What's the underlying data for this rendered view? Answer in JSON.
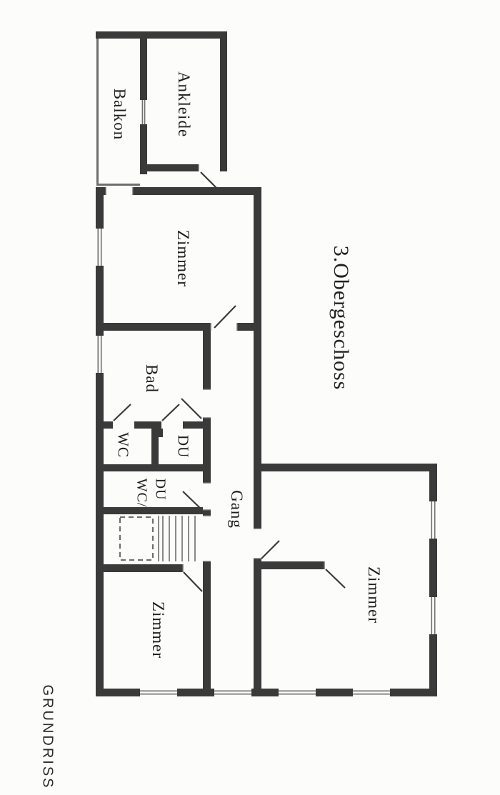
{
  "title": {
    "grundriss": "GRUNDRISS",
    "floor": "3.Obergeschoss"
  },
  "rooms": {
    "balkon": "Balkon",
    "ankleide": "Ankleide",
    "zimmer_top": "Zimmer",
    "bad": "Bad",
    "wc": "WC",
    "du": "DU",
    "wc_du_line1": "WC/",
    "wc_du_line2": "DU",
    "gang": "Gang",
    "zimmer_left": "Zimmer",
    "zimmer_right": "Zimmer"
  },
  "colors": {
    "wall": "#3a3a3a",
    "thin": "#6e6e6e",
    "background": "#fcfcfb",
    "text": "#1d1d1d"
  }
}
